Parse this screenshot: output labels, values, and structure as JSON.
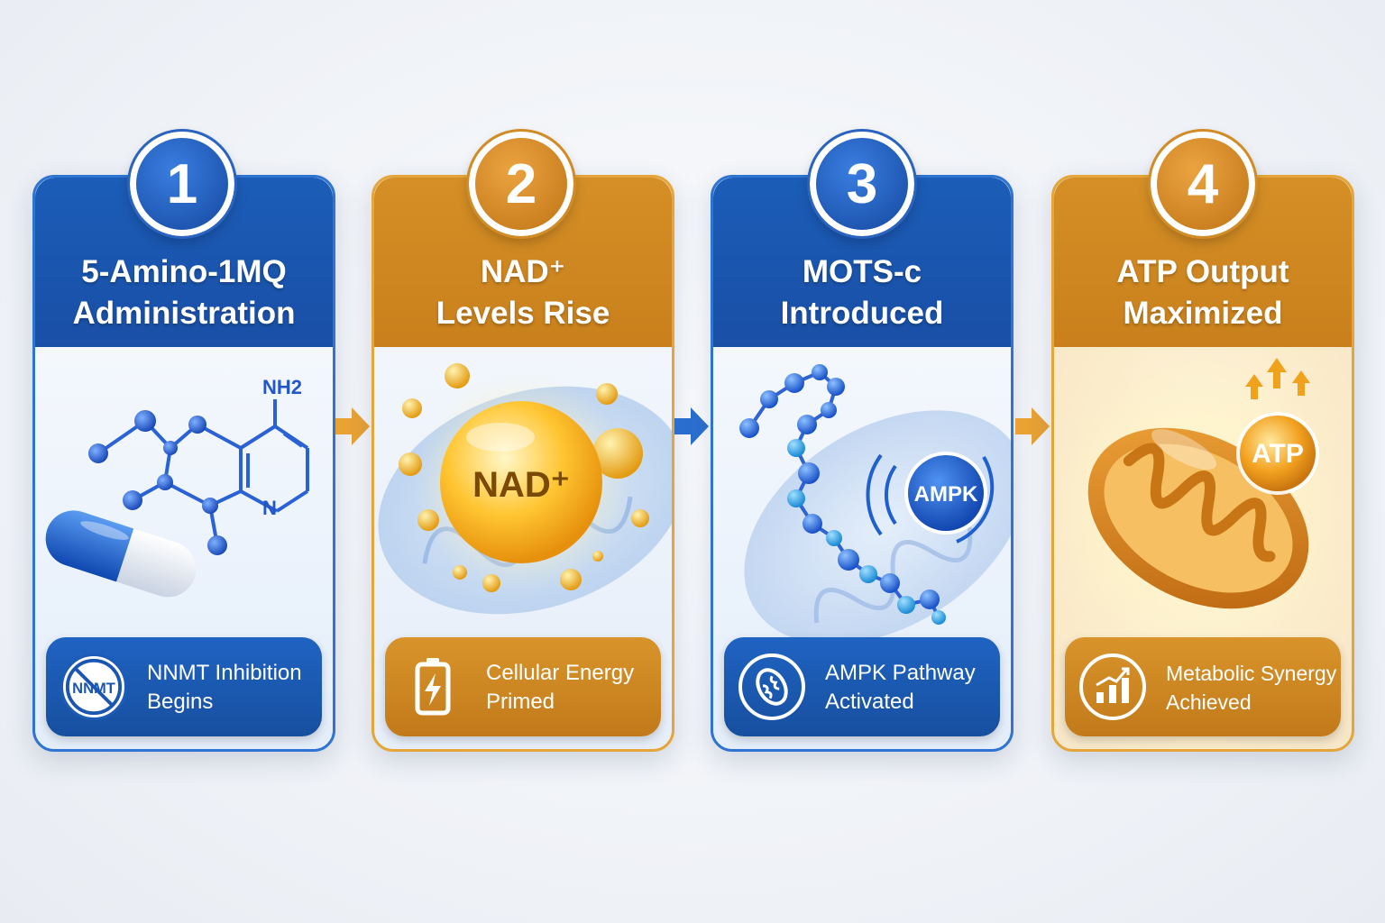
{
  "steps": [
    {
      "number": "1",
      "title_line1": "5-Amino-1MQ",
      "title_line2": "Administration",
      "illustration_label": "NH2",
      "illustration_label2": "N",
      "footer_icon_text": "NNMT",
      "footer_line1": "NNMT Inhibition",
      "footer_line2": "Begins",
      "theme": "blue",
      "icons": [
        "molecule-icon",
        "capsule-icon",
        "no-nnmt-icon"
      ]
    },
    {
      "number": "2",
      "title_line1": "NAD⁺",
      "title_line2": "Levels Rise",
      "illustration_label": "NAD⁺",
      "footer_line1": "Cellular Energy",
      "footer_line2": "Primed",
      "theme": "gold",
      "icons": [
        "nad-orb-icon",
        "mitochondria-icon",
        "battery-bolt-icon"
      ]
    },
    {
      "number": "3",
      "title_line1": "MOTS-c",
      "title_line2": "Introduced",
      "illustration_label": "AMPK",
      "footer_line1": "AMPK Pathway",
      "footer_line2": "Activated",
      "theme": "blue",
      "icons": [
        "peptide-chain-icon",
        "ampk-signal-icon",
        "mitochondria-circle-icon"
      ]
    },
    {
      "number": "4",
      "title_line1": "ATP Output",
      "title_line2": "Maximized",
      "illustration_label": "ATP",
      "footer_line1": "Metabolic Synergy",
      "footer_line2": "Achieved",
      "theme": "gold",
      "icons": [
        "mitochondrion-icon",
        "atp-orb-icon",
        "growth-chart-icon"
      ]
    }
  ],
  "colors": {
    "blue": "#1b5db8",
    "blue_light": "#2f74d0",
    "gold": "#d58f26",
    "gold_light": "#e4a63a",
    "arrow_gold": "#e9a233",
    "arrow_blue": "#2a6fd0"
  }
}
